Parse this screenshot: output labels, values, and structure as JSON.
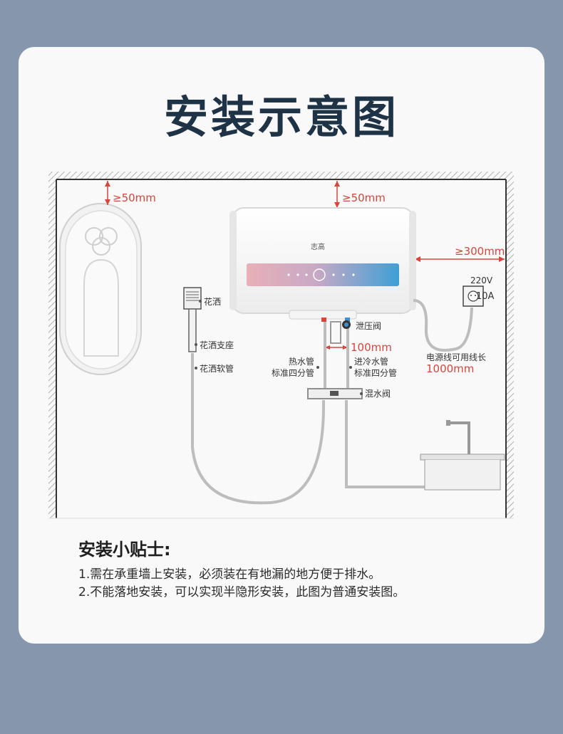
{
  "page_title": "安装示意图",
  "diagram": {
    "clearance_left": "≥50mm",
    "clearance_top": "≥50mm",
    "clearance_right": "≥300mm",
    "brand": "志高",
    "outlet_voltage": "220V",
    "outlet_current": "10A",
    "shower_head": "花洒",
    "shower_holder": "花洒支座",
    "shower_hose": "花洒软管",
    "pressure_valve": "泄压阀",
    "pipe_spacing": "100mm",
    "hot_pipe_line1": "热水管",
    "hot_pipe_line2": "标准四分管",
    "cold_pipe_line1": "进冷水管",
    "cold_pipe_line2": "标准四分管",
    "mixing_valve": "混水阀",
    "cord_note": "电源线可用线长",
    "cord_length": "1000mm"
  },
  "tips": {
    "heading": "安装小贴士:",
    "items": [
      "1.需在承重墙上安装，必须装在有地漏的地方便于排水。",
      "2.不能落地安装，可以实现半隐形安装，此图为普通安装图。"
    ]
  },
  "colors": {
    "background": "#8596ad",
    "title": "#1f3347",
    "dimension_red": "#d9443c",
    "pipe_gray": "#bdbdbd"
  }
}
